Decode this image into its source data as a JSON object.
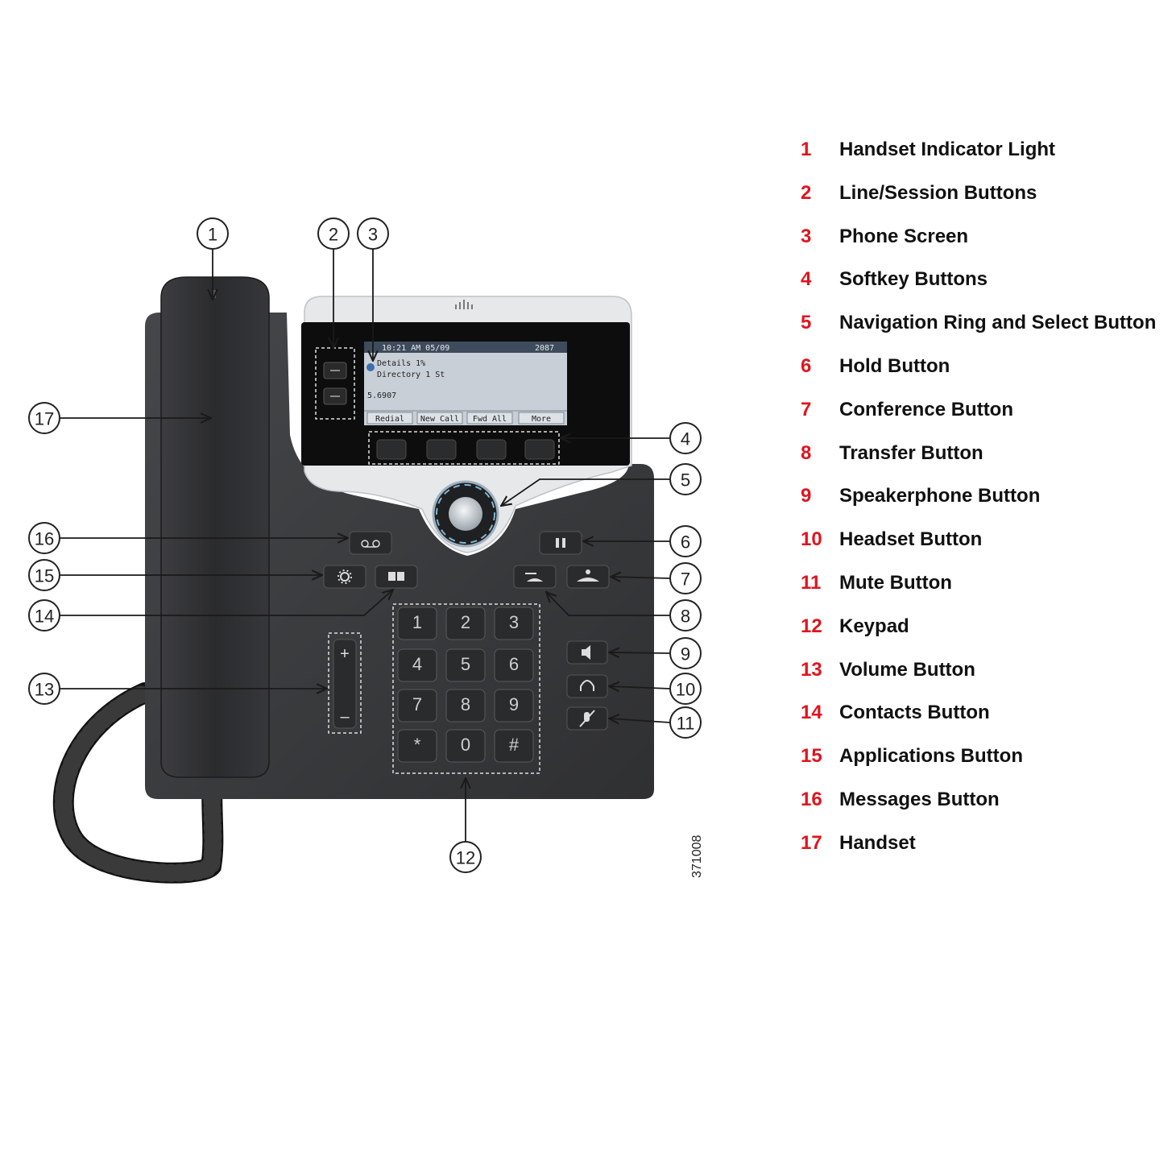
{
  "legend": {
    "items": [
      {
        "num": "1",
        "label": "Handset Indicator Light"
      },
      {
        "num": "2",
        "label": "Line/Session Buttons"
      },
      {
        "num": "3",
        "label": "Phone Screen"
      },
      {
        "num": "4",
        "label": "Softkey Buttons"
      },
      {
        "num": "5",
        "label": "Navigation Ring and Select Button"
      },
      {
        "num": "6",
        "label": "Hold Button"
      },
      {
        "num": "7",
        "label": "Conference Button"
      },
      {
        "num": "8",
        "label": "Transfer Button"
      },
      {
        "num": "9",
        "label": "Speakerphone Button"
      },
      {
        "num": "10",
        "label": "Headset Button"
      },
      {
        "num": "11",
        "label": "Mute Button"
      },
      {
        "num": "12",
        "label": "Keypad"
      },
      {
        "num": "13",
        "label": "Volume Button"
      },
      {
        "num": "14",
        "label": "Contacts Button"
      },
      {
        "num": "15",
        "label": "Applications Button"
      },
      {
        "num": "16",
        "label": "Messages Button"
      },
      {
        "num": "17",
        "label": "Handset"
      }
    ]
  },
  "callouts": [
    "1",
    "2",
    "3",
    "4",
    "5",
    "6",
    "7",
    "8",
    "9",
    "10",
    "11",
    "12",
    "13",
    "14",
    "15",
    "16",
    "17"
  ],
  "screen": {
    "header_left": "10:21 AM 05/09",
    "header_right": "2087",
    "line1": "Details 1%",
    "line2": "Directory 1 St",
    "line3": "5.6907",
    "softkeys": [
      "Redial",
      "New Call",
      "Fwd All",
      "More"
    ]
  },
  "keypad": {
    "keys": [
      "1",
      "2",
      "3",
      "4",
      "5",
      "6",
      "7",
      "8",
      "9",
      "*",
      "0",
      "#"
    ]
  },
  "volume": {
    "plus": "+",
    "minus": "–"
  },
  "figure_id": "371008",
  "colors": {
    "legend_number": "#e0141e",
    "phone_body": "#3a3b3d",
    "handset": "#2c2d2f",
    "bezel": "#0d0d0d",
    "screen": "#c9cfd6",
    "silver": "#e6e8ea"
  }
}
